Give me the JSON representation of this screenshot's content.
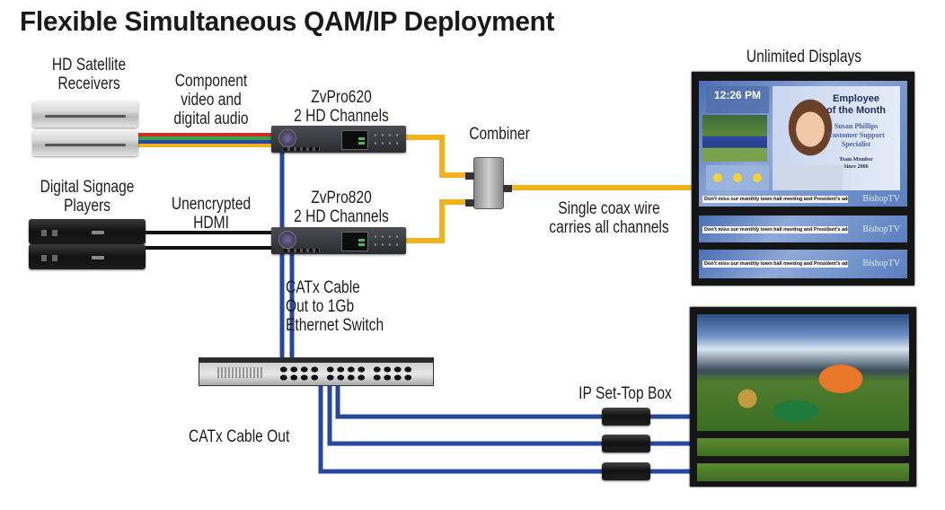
{
  "title": "Flexible Simultaneous QAM/IP Deployment",
  "labels": {
    "satellite": [
      "HD Satellite",
      "Receivers"
    ],
    "component": [
      "Component",
      "video and",
      "digital audio"
    ],
    "zvpro620": [
      "ZvPro620",
      "2 HD Channels"
    ],
    "zvpro820": [
      "ZvPro820",
      "2 HD Channels"
    ],
    "combiner": "Combiner",
    "unlimited_displays": "Unlimited Displays",
    "signage": [
      "Digital Signage",
      "Players"
    ],
    "hdmi": [
      "Unencrypted",
      "HDMI"
    ],
    "coax": [
      "Single coax wire",
      "carries all channels"
    ],
    "catx_switch": [
      "CATx Cable",
      "Out to 1Gb",
      "Ethernet Switch"
    ],
    "stb": "IP Set-Top Box",
    "catx_out": "CATx Cable Out"
  },
  "signage_screen": {
    "clock": "12:26 PM",
    "headline": [
      "Employee",
      "of the Month"
    ],
    "name": [
      "Susan Phillips",
      "Customer Support",
      "Specialist"
    ],
    "since": [
      "Team Member",
      "Since 2006"
    ],
    "ticker": "Don't miss our monthly town hall meeting and President's address",
    "brand": "BishopTV"
  },
  "colors": {
    "coax": "#f2b21c",
    "ethernet": "#2647a0",
    "hdmi": "#111111",
    "component": [
      "#d02a2a",
      "#3aa04a",
      "#2647a0",
      "#f2b21c"
    ]
  }
}
